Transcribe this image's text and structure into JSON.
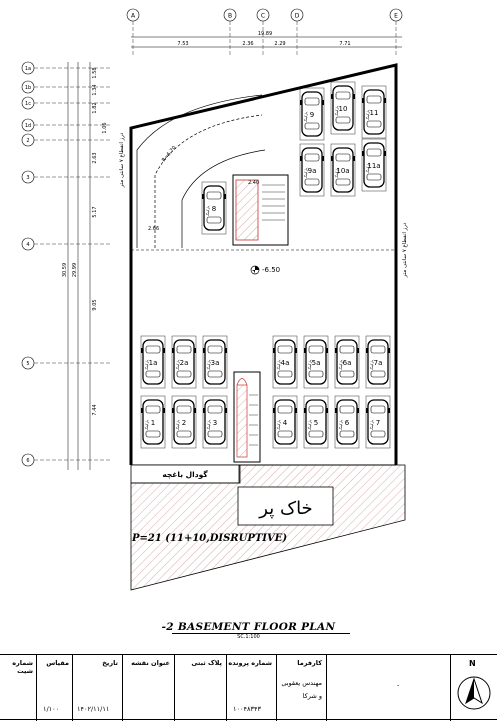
{
  "drawing": {
    "title": "-2 BASEMENT FLOOR PLAN",
    "scale": "SC.1:100",
    "parking_note": "P=21  (11+10,DISRUPTIVE)",
    "soil_label": "خاک پر",
    "garden_label": "گودال باغچه",
    "level": "-6.50",
    "setback_label": "درز انقطاع ۷ سانتی متر",
    "ramp_radius": "R=6.70",
    "dim_ramp": "2.66",
    "dim_stair": "2.40"
  },
  "grid": {
    "columns": [
      "A",
      "B",
      "C",
      "D",
      "E"
    ],
    "rows": [
      "1a",
      "1b",
      "1c",
      "1d",
      "2",
      "3",
      "4",
      "5",
      "6"
    ]
  },
  "dimensions": {
    "overall_width": "19.89",
    "width_segments": [
      "7.53",
      "2.36",
      "2.29",
      "7.71"
    ],
    "overall_depth": "30.59",
    "depth_inner": "29.99",
    "depth_segments": [
      "1.58",
      "1.34",
      "1.82",
      "1.06",
      "2.63",
      "5.17",
      "9.05",
      "7.44"
    ]
  },
  "parking": {
    "car_label_rotated": "پارکینگ",
    "spots_top": [
      "9",
      "10",
      "11"
    ],
    "spots_top_rear": [
      "9a",
      "10a",
      "11a"
    ],
    "spot_ramp": "8",
    "spots_left_upper": [
      "1a",
      "2a",
      "3a"
    ],
    "spots_left_lower": [
      "1",
      "2",
      "3"
    ],
    "spots_right_upper": [
      "4a",
      "5a",
      "6a",
      "7a"
    ],
    "spots_right_lower": [
      "4",
      "5",
      "6",
      "7"
    ]
  },
  "title_block": {
    "north": "N",
    "employer_label": "کارفرما",
    "employer_value": "مهندس یعقوبی و شرکا",
    "file_no_label": "شماره پرونده",
    "file_no_value": "۱۰۰۴۸۳۴۳",
    "plate_label": "پلاک ثبتی",
    "plate_value": "",
    "map_title_label": "عنوان نقشه",
    "date_label": "تاریخ",
    "date_value": "۱۴۰۲/۱۱/۱۱",
    "scale_label": "مقیاس",
    "scale_value": "۱/۱۰۰",
    "sheet_label": "شماره شیت",
    "sheet_value": "-"
  }
}
